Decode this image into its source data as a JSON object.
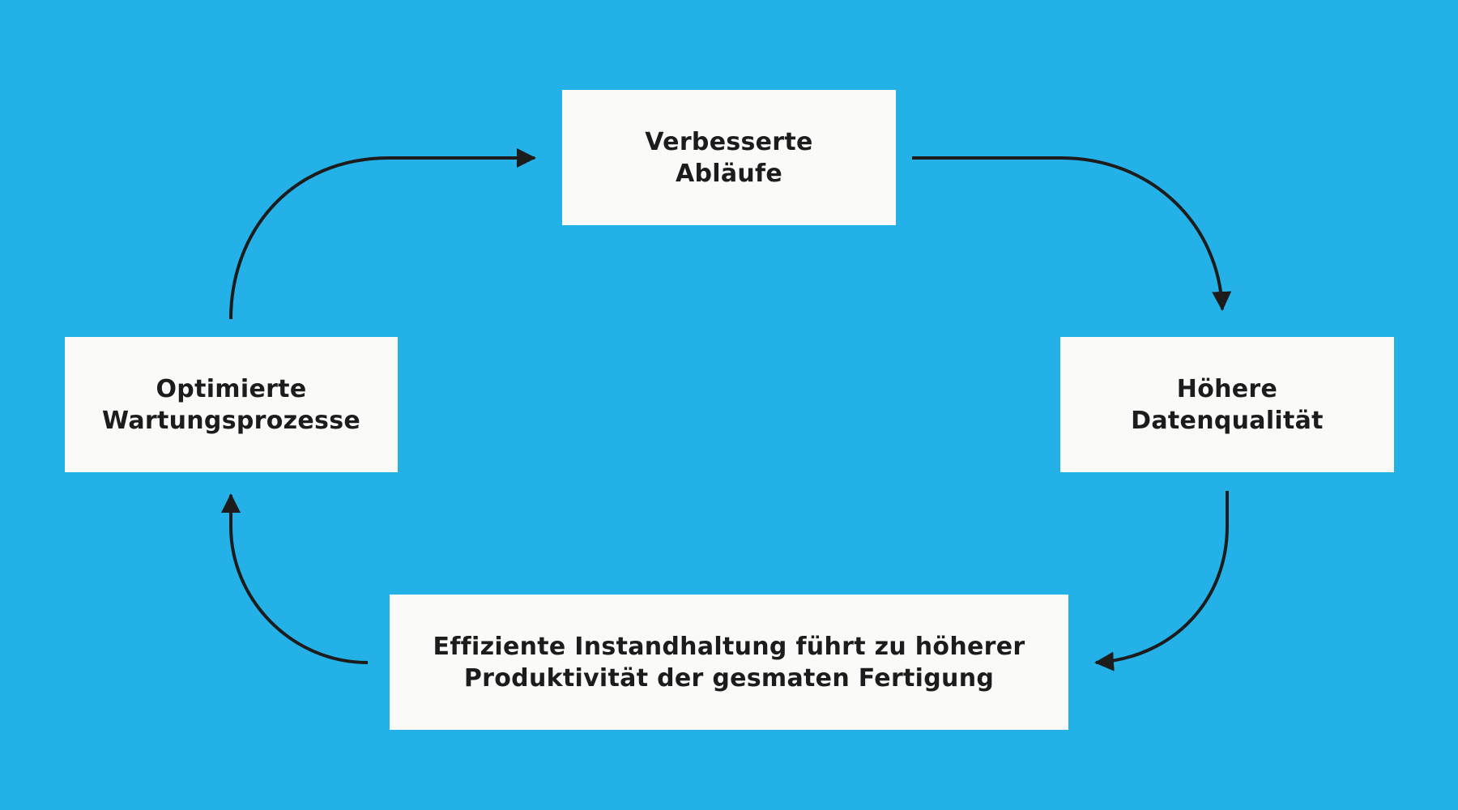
{
  "colors": {
    "background": "#23B1E8",
    "box": "#FAFAF8",
    "text": "#1C1C1C",
    "connector": "#1C1C1C"
  },
  "cycle": {
    "direction": "clockwise",
    "nodes": [
      {
        "id": "top",
        "label": "Verbesserte\nAbläufe"
      },
      {
        "id": "right",
        "label": "Höhere\nDatenqualität"
      },
      {
        "id": "bottom",
        "label": "Effiziente Instandhaltung führt zu höherer\nProduktivität der gesmaten Fertigung"
      },
      {
        "id": "left",
        "label": "Optimierte\nWartungsprozesse"
      }
    ],
    "edges": [
      {
        "from": "left",
        "to": "top"
      },
      {
        "from": "top",
        "to": "right"
      },
      {
        "from": "right",
        "to": "bottom"
      },
      {
        "from": "bottom",
        "to": "left"
      }
    ]
  }
}
